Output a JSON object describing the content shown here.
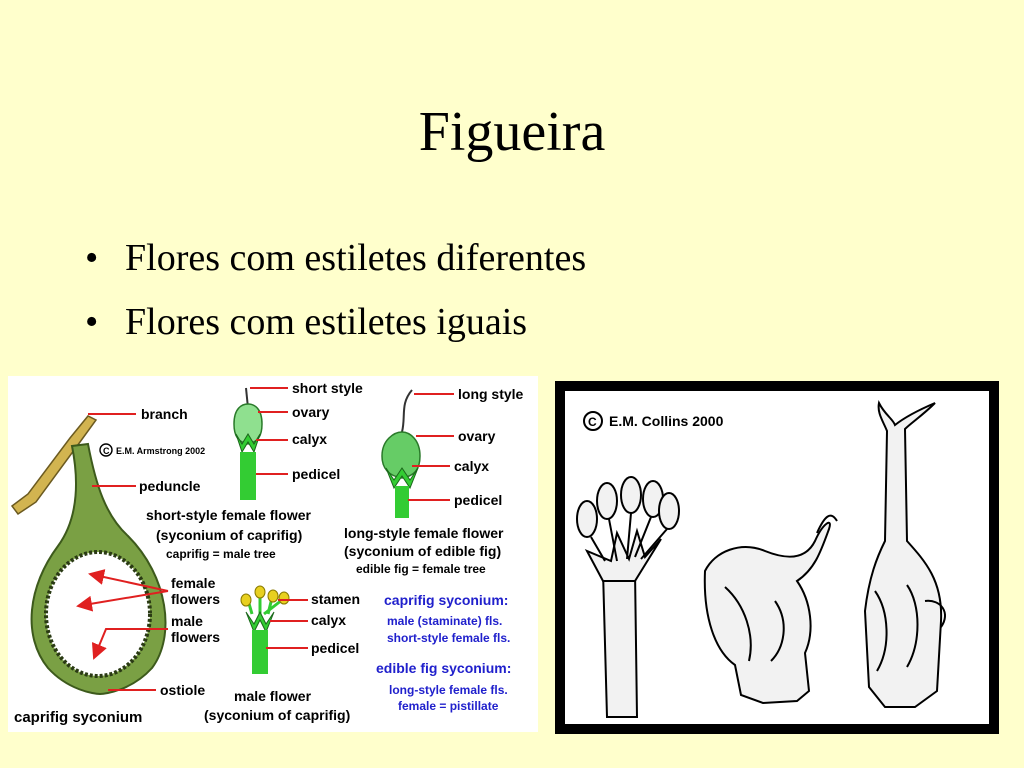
{
  "slide": {
    "title": "Figueira",
    "bullets": [
      "Flores com estiletes diferentes",
      "Flores com estiletes iguais"
    ],
    "bullet_glyph": "•"
  },
  "left_figure": {
    "copyright": "E.M. Armstrong 2002",
    "copyright_symbol": "C",
    "syconium_labels": {
      "branch": "branch",
      "peduncle": "peduncle",
      "female_flowers_1": "female",
      "female_flowers_2": "flowers",
      "male_flowers_1": "male",
      "male_flowers_2": "flowers",
      "ostiole": "ostiole",
      "caption": "caprifig syconium"
    },
    "short_style": {
      "short_style": "short style",
      "ovary": "ovary",
      "calyx": "calyx",
      "pedicel": "pedicel",
      "caption1": "short-style female flower",
      "caption2": "(syconium of caprifig)",
      "caption3": "caprifig = male tree"
    },
    "long_style": {
      "long_style": "long style",
      "ovary": "ovary",
      "calyx": "calyx",
      "pedicel": "pedicel",
      "caption1": "long-style female flower",
      "caption2": "(syconium of edible fig)",
      "caption3": "edible fig = female tree"
    },
    "male_flower": {
      "stamen": "stamen",
      "calyx": "calyx",
      "pedicel": "pedicel",
      "caption1": "male flower",
      "caption2": "(syconium of caprifig)"
    },
    "legend": {
      "caprifig_title": "caprifig syconium:",
      "caprifig_line1": "male (staminate) fls.",
      "caprifig_line2": "short-style female fls.",
      "edible_title": "edible fig syconium:",
      "edible_line1": "long-style female fls.",
      "edible_line2": "female = pistillate"
    },
    "colors": {
      "arrow": "#e02020",
      "legend_blue": "#2020cc",
      "flower_green": "#33cc33",
      "fig_green": "#6a9a3a"
    }
  },
  "right_figure": {
    "copyright_symbol": "C",
    "copyright": "E.M. Collins 2000"
  }
}
